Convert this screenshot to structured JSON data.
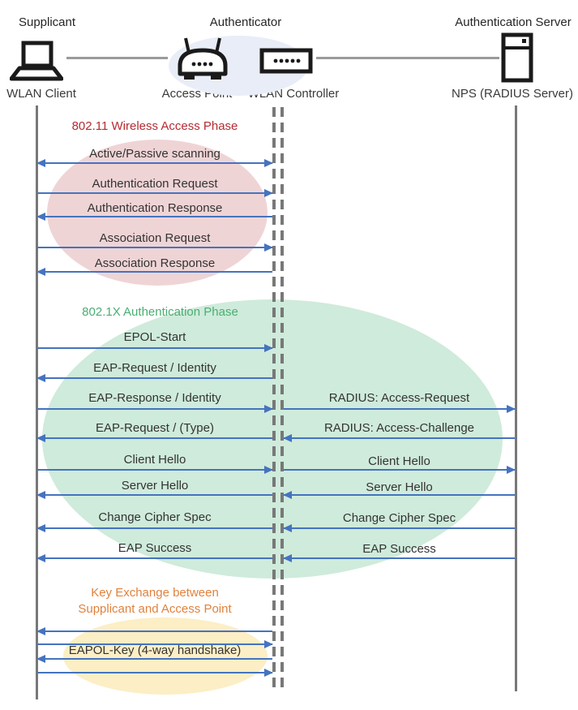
{
  "actors": {
    "supplicant": {
      "role": "Supplicant",
      "device": "WLAN Client"
    },
    "authenticator": {
      "role": "Authenticator",
      "device_left": "Access Point",
      "device_right": "WLAN Controller"
    },
    "auth_server": {
      "role": "Authentication Server",
      "device": "NPS (RADIUS Server)"
    }
  },
  "phases": [
    {
      "title": "802.11 Wireless Access Phase"
    },
    {
      "title": "802.1X Authentication Phase"
    },
    {
      "title_line1": "Key Exchange between",
      "title_line2": "Supplicant and Access Point"
    }
  ],
  "messages": [
    {
      "label": "Active/Passive scanning",
      "segment": "supplicant-authenticator",
      "direction": "both"
    },
    {
      "label": "Authentication Request",
      "segment": "supplicant-authenticator",
      "direction": "right"
    },
    {
      "label": "Authentication Response",
      "segment": "supplicant-authenticator",
      "direction": "left"
    },
    {
      "label": "Association Request",
      "segment": "supplicant-authenticator",
      "direction": "right"
    },
    {
      "label": "Association Response",
      "segment": "supplicant-authenticator",
      "direction": "left"
    },
    {
      "label": "EPOL-Start",
      "segment": "supplicant-authenticator",
      "direction": "right"
    },
    {
      "label": "EAP-Request / Identity",
      "segment": "supplicant-authenticator",
      "direction": "left"
    },
    {
      "label": "EAP-Response / Identity",
      "segment": "supplicant-authenticator",
      "direction": "right"
    },
    {
      "label": "RADIUS: Access-Request",
      "segment": "authenticator-server",
      "direction": "right"
    },
    {
      "label": "EAP-Request / (Type)",
      "segment": "supplicant-authenticator",
      "direction": "left"
    },
    {
      "label": "RADIUS: Access-Challenge",
      "segment": "authenticator-server",
      "direction": "left"
    },
    {
      "label": "Client Hello",
      "segment": "supplicant-authenticator",
      "direction": "right"
    },
    {
      "label": "Client Hello",
      "segment": "authenticator-server",
      "direction": "right"
    },
    {
      "label": "Server Hello",
      "segment": "supplicant-authenticator",
      "direction": "left"
    },
    {
      "label": "Server Hello",
      "segment": "authenticator-server",
      "direction": "left"
    },
    {
      "label": "Change Cipher Spec",
      "segment": "supplicant-authenticator",
      "direction": "left"
    },
    {
      "label": "Change Cipher Spec",
      "segment": "authenticator-server",
      "direction": "left"
    },
    {
      "label": "EAP Success",
      "segment": "supplicant-authenticator",
      "direction": "left"
    },
    {
      "label": "EAP Success",
      "segment": "authenticator-server",
      "direction": "left"
    },
    {
      "label": "",
      "segment": "supplicant-authenticator",
      "direction": "left"
    },
    {
      "label": "",
      "segment": "supplicant-authenticator",
      "direction": "right"
    },
    {
      "label": "EAPOL-Key (4-way handshake)",
      "segment": "supplicant-authenticator",
      "direction": "left"
    },
    {
      "label": "",
      "segment": "supplicant-authenticator",
      "direction": "right"
    }
  ],
  "colors": {
    "arrow": "#4573BF",
    "lifeline": "#787878",
    "text": "#333333",
    "icon": "#1A1A1A",
    "phase1_title": "#B52B32",
    "phase1_fill": "#EFD4D6",
    "phase2_title": "#4AAE73",
    "phase2_fill": "#CFEBDB",
    "phase3_title": "#E0823E",
    "phase3_fill": "#FCEEC5",
    "authenticator_fill": "#E9EDF7"
  }
}
